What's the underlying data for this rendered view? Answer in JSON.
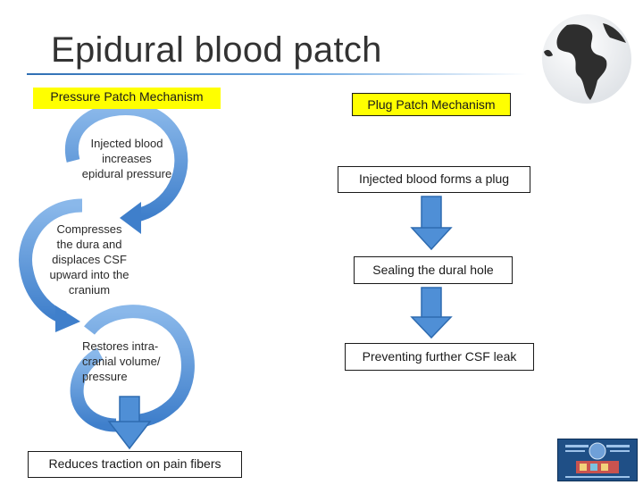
{
  "slide": {
    "title": "Epidural blood patch"
  },
  "pressure_patch": {
    "header": "Pressure Patch Mechanism",
    "steps": [
      "Injected blood increases epidural pressure",
      "Compresses the dura and displaces CSF upward into the cranium",
      "Restores intra-cranial volume/ pressure"
    ],
    "result": "Reduces traction on pain fibers"
  },
  "plug_patch": {
    "header": "Plug Patch  Mechanism",
    "steps": [
      "Injected blood forms a plug",
      "Sealing the dural  hole",
      "Preventing further CSF leak"
    ]
  },
  "colors": {
    "header_fill": "#ffff00",
    "arrow_blue": "#4f8fd6",
    "arrow_outline": "#2e6bb0",
    "logo_blue": "#1f4f86"
  },
  "icons": [
    "globe-icon",
    "curved-arrow-icon",
    "down-arrow-icon",
    "logo-emblem"
  ]
}
